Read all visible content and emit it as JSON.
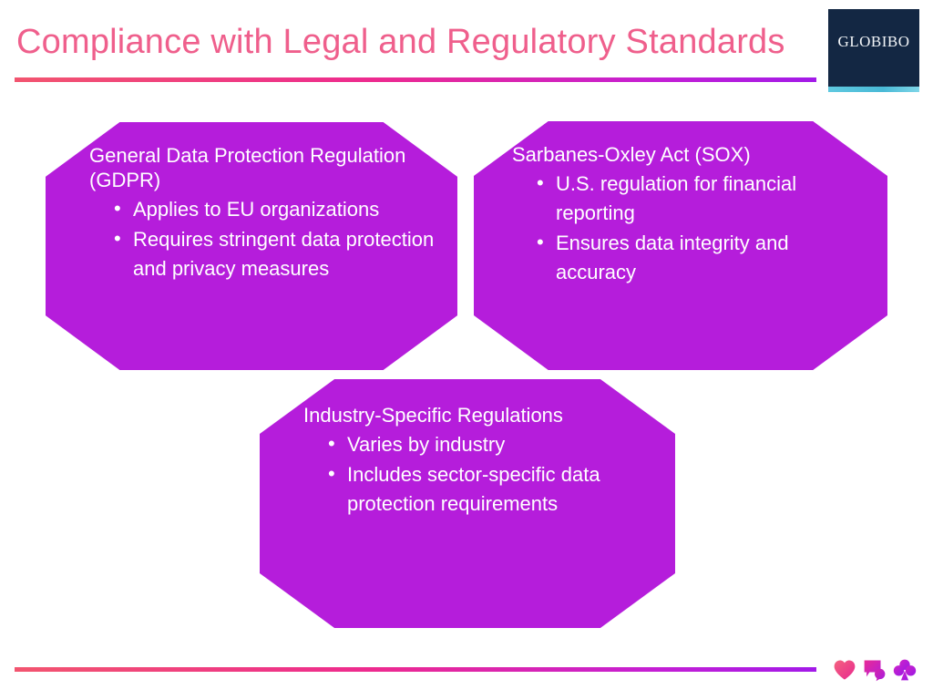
{
  "slide": {
    "title": "Compliance with Legal and Regulatory Standards",
    "brand": {
      "logo_text": "GLOBIBO",
      "logo_bg": "#132743",
      "logo_accent": "#49b9d6"
    },
    "theme": {
      "title_color": "#ef5f8c",
      "rule_gradient_start": "#f2556f",
      "rule_gradient_mid": "#ed2a8f",
      "rule_gradient_end": "#a21ae8",
      "card_fill": "#b51ddb",
      "card_text": "#ffffff"
    },
    "cards": [
      {
        "id": "gdpr",
        "title": "General Data Protection Regulation (GDPR)",
        "bullets": [
          "Applies to EU organizations",
          "Requires stringent data protection and privacy measures"
        ]
      },
      {
        "id": "sox",
        "title": "Sarbanes-Oxley Act (SOX)",
        "bullets": [
          "U.S. regulation for financial reporting",
          "Ensures data integrity and accuracy"
        ]
      },
      {
        "id": "industry",
        "title": "Industry-Specific Regulations",
        "bullets": [
          "Varies by industry",
          "Includes sector-specific data protection requirements"
        ]
      }
    ],
    "footer_icons": [
      {
        "name": "heart-icon",
        "color_start": "#f4627f",
        "color_end": "#e8288f"
      },
      {
        "name": "speech-bubble-icon",
        "color_start": "#e82a95",
        "color_end": "#b81fd6"
      },
      {
        "name": "club-icon",
        "color_start": "#cf22c8",
        "color_end": "#9b1ae6"
      }
    ]
  }
}
